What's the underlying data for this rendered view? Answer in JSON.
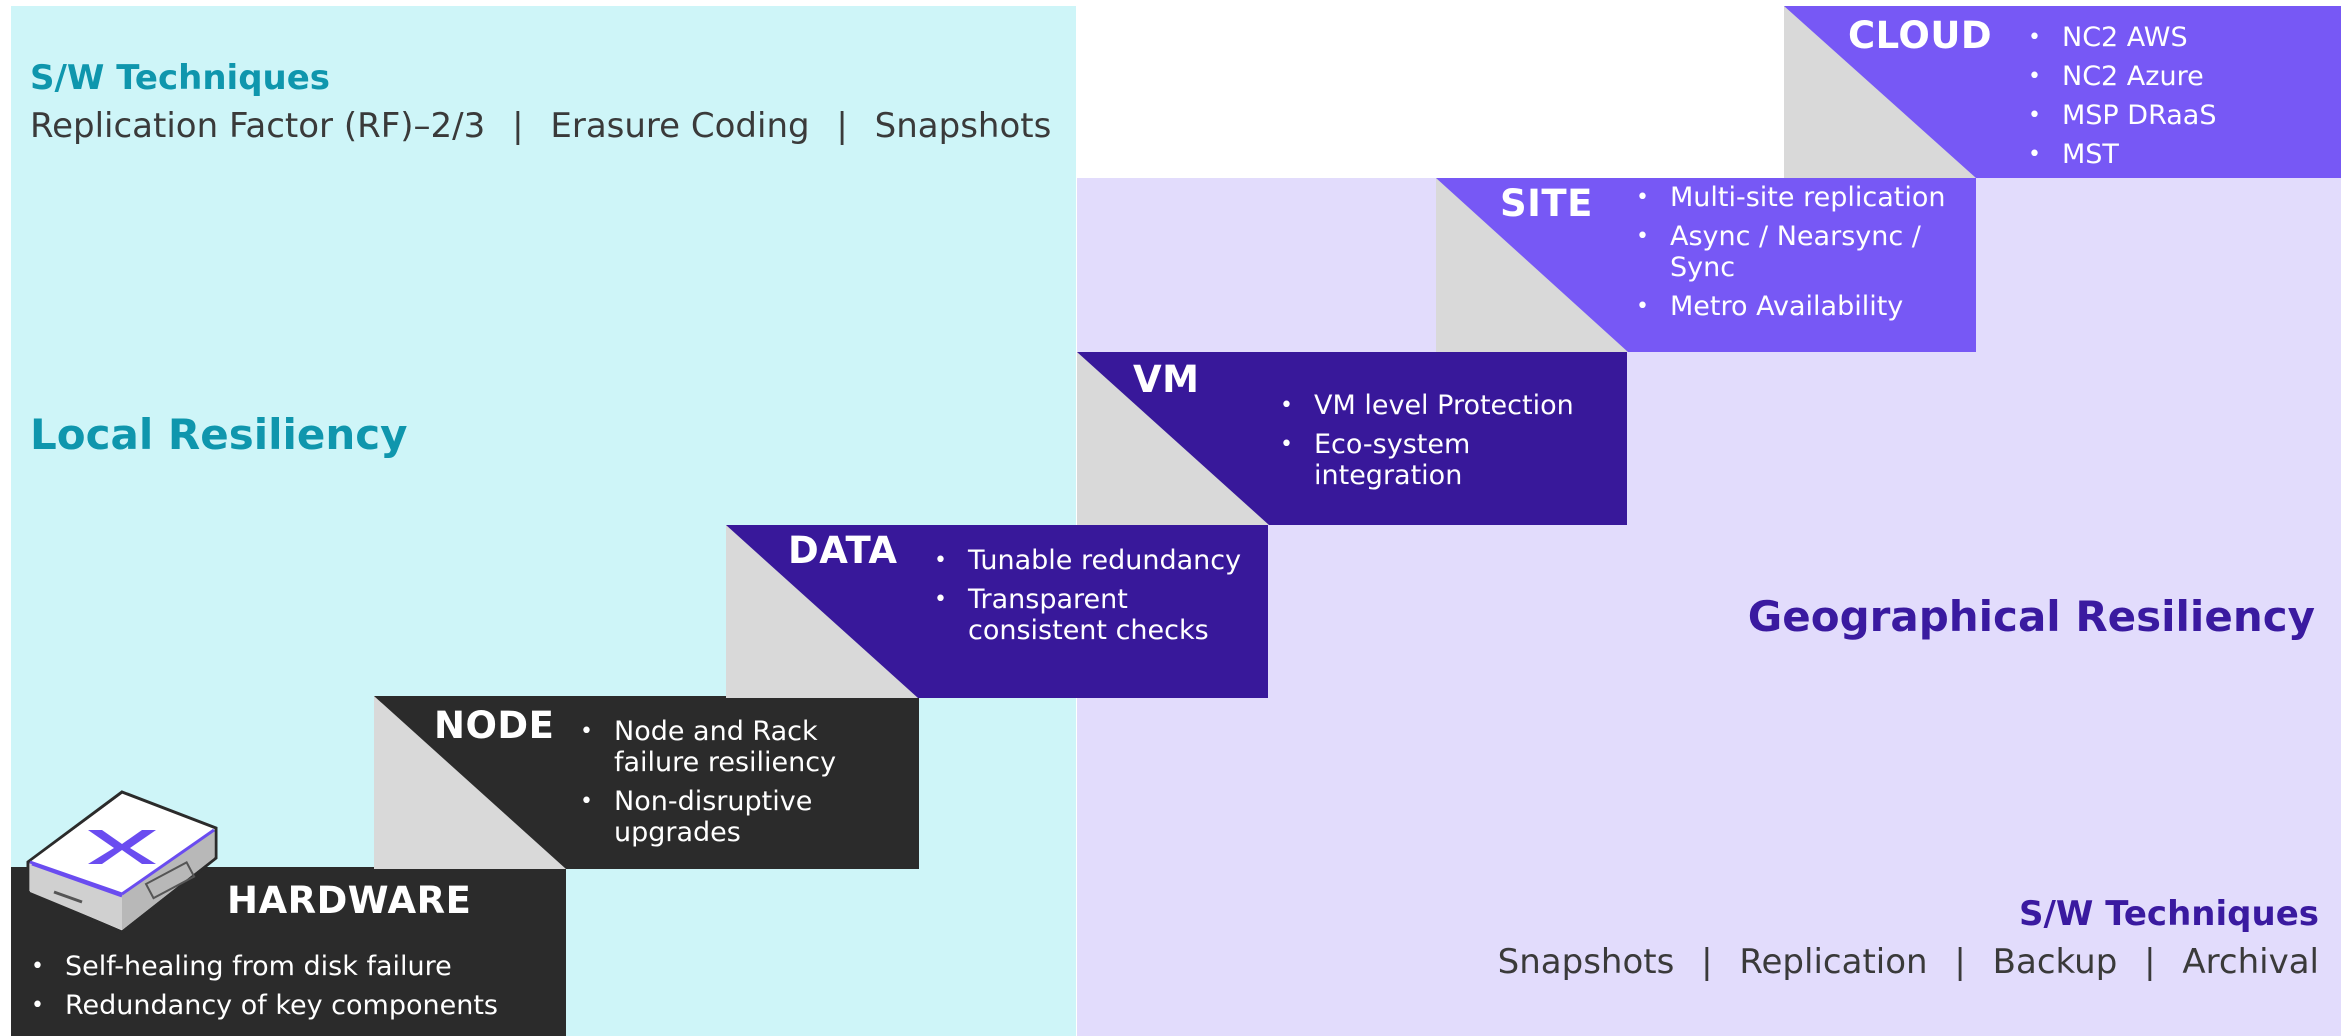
{
  "local": {
    "sw_heading": "S/W Techniques",
    "techniques": [
      "Replication Factor (RF)–2/3",
      "Erasure Coding",
      "Snapshots"
    ],
    "separator": "|",
    "title": "Local Resiliency"
  },
  "geo": {
    "title": "Geographical Resiliency",
    "sw_heading": "S/W Techniques",
    "techniques": [
      "Snapshots",
      "Replication",
      "Backup",
      "Archival"
    ],
    "separator": "|"
  },
  "steps": {
    "hardware": {
      "title": "HARDWARE",
      "bullets": [
        "Self-healing from disk failure",
        "Redundancy of key components"
      ]
    },
    "node": {
      "title": "NODE",
      "bullets": [
        "Node and Rack failure resiliency",
        "Non-disruptive upgrades"
      ]
    },
    "data": {
      "title": "DATA",
      "bullets": [
        "Tunable redundancy",
        "Transparent consistent checks"
      ]
    },
    "vm": {
      "title": "VM",
      "bullets": [
        "VM level Protection",
        "Eco-system integration"
      ]
    },
    "site": {
      "title": "SITE",
      "bullets": [
        "Multi-site replication",
        "Async / Nearsync / Sync",
        "Metro Availability"
      ]
    },
    "cloud": {
      "title": "CLOUD",
      "bullets": [
        "NC2 AWS",
        "NC2 Azure",
        "MSP DRaaS",
        "MST"
      ]
    }
  },
  "colors": {
    "local_bg": "#cef5f8",
    "geo_bg": "#e2dcfc",
    "teal_text": "#0f96ad",
    "geo_text": "#3a1aa0",
    "hardware_node": "#2b2b2b",
    "data_vm": "#38189a",
    "site_cloud": "#7758f5",
    "triangle": "#d9d9d9"
  },
  "icons": {
    "server": "hardware-server-icon"
  }
}
